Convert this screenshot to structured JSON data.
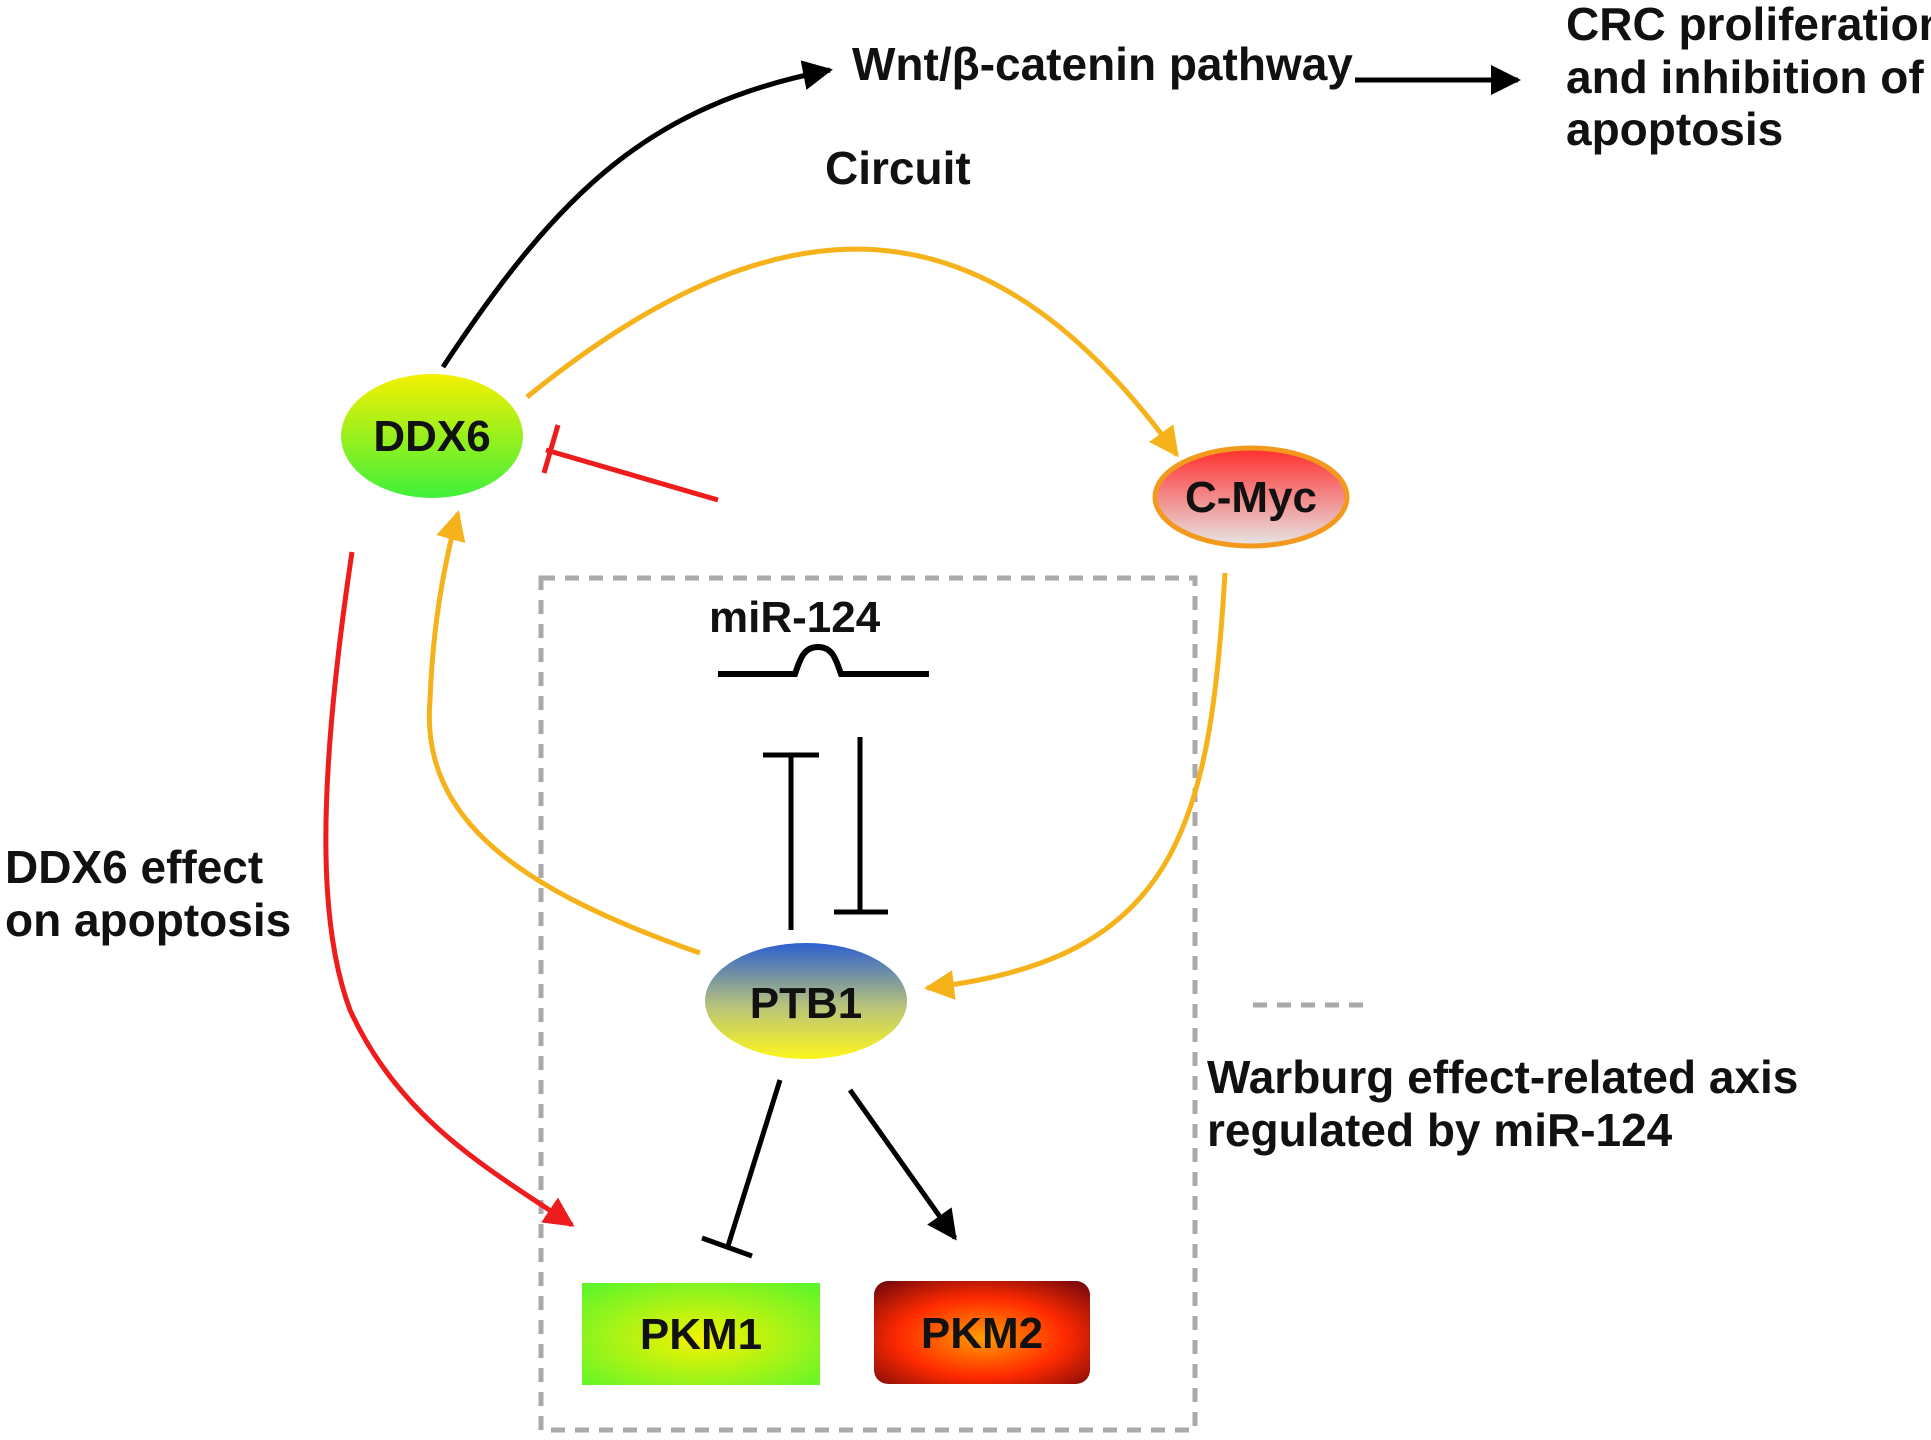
{
  "nodes": {
    "ddx6": "DDX6",
    "cmyc": "C-Myc",
    "ptb1": "PTB1",
    "pkm1": "PKM1",
    "pkm2": "PKM2",
    "mir124": "miR-124"
  },
  "labels": {
    "wnt": "Wnt/β-catenin pathway",
    "crc_line1": "CRC proliferation",
    "crc_line2": "and inhibition of",
    "crc_line3": "apoptosis",
    "circuit": "Circuit",
    "ddx6_effect_line1": "DDX6 effect",
    "ddx6_effect_line2": "on apoptosis",
    "legend_line1": "Warburg effect-related axis",
    "legend_line2": "regulated by miR-124"
  },
  "colors": {
    "activation": "#000000",
    "circuit": "#f5b21a",
    "inhibition_red": "#ee1c1c",
    "box_dash": "#aaaaaa"
  }
}
